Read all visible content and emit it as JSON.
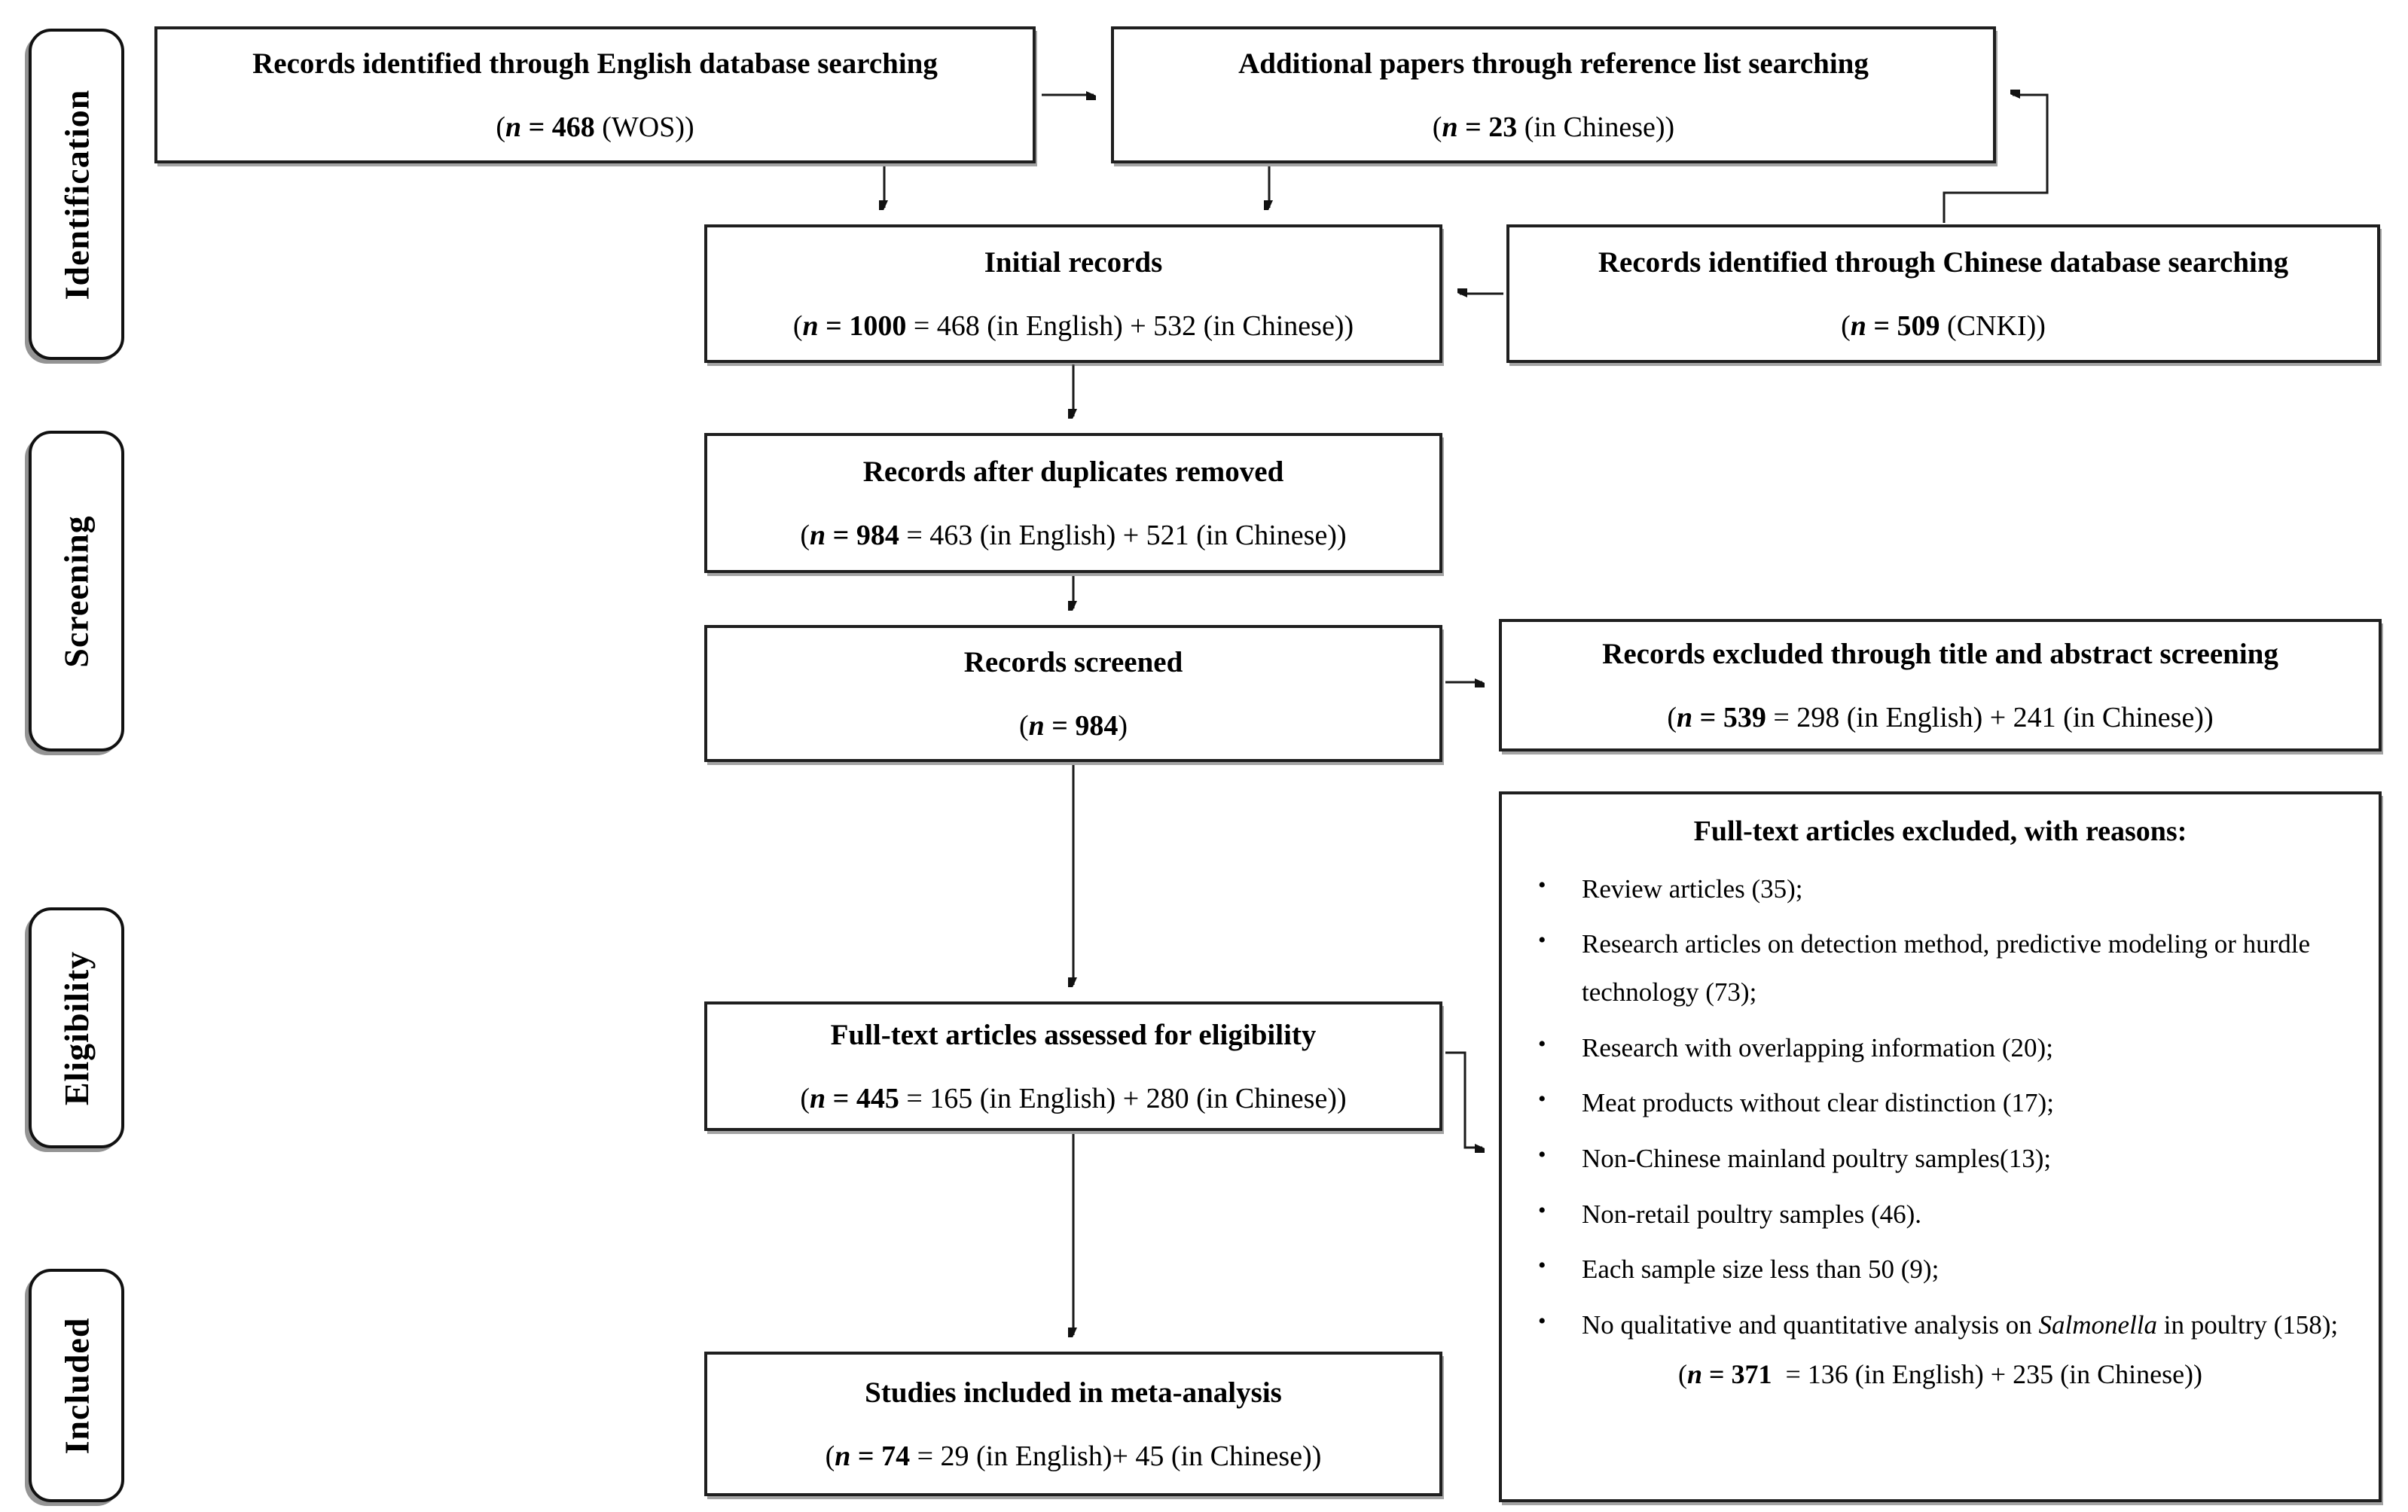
{
  "stages": {
    "identification": "Identification",
    "screening": "Screening",
    "eligibility": "Eligibility",
    "included": "Included"
  },
  "boxes": {
    "english_db": {
      "title": "Records identified through English database searching",
      "count": [
        {
          "t": "(",
          "s": ""
        },
        {
          "t": "n",
          "s": "bi"
        },
        {
          "t": " = 468",
          "s": "b"
        },
        {
          "t": " (WOS))",
          "s": ""
        }
      ]
    },
    "reference_list": {
      "title": "Additional papers through reference list searching",
      "count": [
        {
          "t": "(",
          "s": ""
        },
        {
          "t": "n",
          "s": "bi"
        },
        {
          "t": " = 23",
          "s": "b"
        },
        {
          "t": " (in Chinese))",
          "s": ""
        }
      ]
    },
    "initial_records": {
      "title": "Initial records",
      "count": [
        {
          "t": "(",
          "s": ""
        },
        {
          "t": "n",
          "s": "bi"
        },
        {
          "t": " = 1000",
          "s": "b"
        },
        {
          "t": " = 468 (in English) + 532 (in Chinese))",
          "s": ""
        }
      ]
    },
    "chinese_db": {
      "title": "Records identified through Chinese database searching",
      "count": [
        {
          "t": "(",
          "s": ""
        },
        {
          "t": "n",
          "s": "bi"
        },
        {
          "t": " = 509",
          "s": "b"
        },
        {
          "t": " (CNKI))",
          "s": ""
        }
      ]
    },
    "duplicates_removed": {
      "title": "Records after duplicates removed",
      "count": [
        {
          "t": "(",
          "s": ""
        },
        {
          "t": "n",
          "s": "bi"
        },
        {
          "t": " = 984",
          "s": "b"
        },
        {
          "t": " = 463 (in English) + 521 (in Chinese))",
          "s": ""
        }
      ]
    },
    "records_screened": {
      "title": "Records screened",
      "count": [
        {
          "t": "(",
          "s": ""
        },
        {
          "t": "n",
          "s": "bi"
        },
        {
          "t": " = 984",
          "s": "b"
        },
        {
          "t": ")",
          "s": ""
        }
      ]
    },
    "excluded_screening": {
      "title": "Records excluded through title and abstract screening",
      "count": [
        {
          "t": "(",
          "s": ""
        },
        {
          "t": "n",
          "s": "bi"
        },
        {
          "t": " = 539",
          "s": "b"
        },
        {
          "t": " = 298 (in English) + 241 (in Chinese))",
          "s": ""
        }
      ]
    },
    "fulltext_assessed": {
      "title": "Full-text articles assessed for eligibility",
      "count": [
        {
          "t": "(",
          "s": ""
        },
        {
          "t": "n",
          "s": "bi"
        },
        {
          "t": " = 445",
          "s": "b"
        },
        {
          "t": " = 165 (in English) + 280 (in Chinese))",
          "s": ""
        }
      ]
    },
    "fulltext_excluded": {
      "title": "Full-text articles excluded, with reasons:",
      "bullet_glyph": "•",
      "bullets": [
        [
          {
            "t": "Review articles (35);",
            "s": ""
          }
        ],
        [
          {
            "t": "Research articles on detection method, predictive modeling or hurdle technology (73);",
            "s": ""
          }
        ],
        [
          {
            "t": "Research with overlapping information (20);",
            "s": ""
          }
        ],
        [
          {
            "t": "Meat products without clear distinction (17);",
            "s": ""
          }
        ],
        [
          {
            "t": "Non-Chinese mainland poultry samples(13);",
            "s": ""
          }
        ],
        [
          {
            "t": "Non-retail poultry samples (46).",
            "s": ""
          }
        ],
        [
          {
            "t": "Each sample size less than 50 (9);",
            "s": ""
          }
        ],
        [
          {
            "t": "No qualitative and quantitative analysis on ",
            "s": ""
          },
          {
            "t": "Salmonella",
            "s": "i"
          },
          {
            "t": " in poultry (158);",
            "s": ""
          }
        ]
      ],
      "count": [
        {
          "t": "(",
          "s": ""
        },
        {
          "t": "n",
          "s": "bi"
        },
        {
          "t": " = 371",
          "s": "b"
        },
        {
          "t": "  = 136 (in English) + 235 (in Chinese))",
          "s": ""
        }
      ]
    },
    "included_meta": {
      "title": "Studies included in meta-analysis",
      "count": [
        {
          "t": "(",
          "s": ""
        },
        {
          "t": "n",
          "s": "bi"
        },
        {
          "t": " = 74",
          "s": "b"
        },
        {
          "t": " = 29 (in English)+ 45 (in Chinese))",
          "s": ""
        }
      ]
    }
  }
}
